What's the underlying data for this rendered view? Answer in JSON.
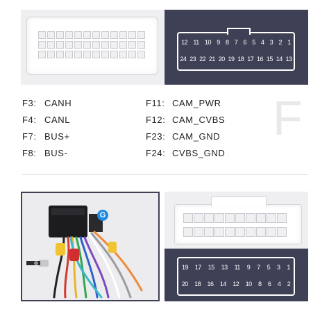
{
  "top_pin_diagram": {
    "row1": [
      "12",
      "11",
      "10",
      "9",
      "8",
      "7",
      "6",
      "5",
      "4",
      "3",
      "2",
      "1"
    ],
    "row2": [
      "24",
      "23",
      "22",
      "21",
      "20",
      "19",
      "18",
      "17",
      "16",
      "15",
      "14",
      "13"
    ]
  },
  "pin_list": [
    {
      "code": "F3:",
      "label": "CANH"
    },
    {
      "code": "F4:",
      "label": "CANL"
    },
    {
      "code": "F7:",
      "label": "BUS+"
    },
    {
      "code": "F8:",
      "label": "BUS-"
    },
    {
      "code": "F11:",
      "label": "CAM_PWR"
    },
    {
      "code": "F12:",
      "label": "CAM_CVBS"
    },
    {
      "code": "F23:",
      "label": "CAM_GND"
    },
    {
      "code": "F24:",
      "label": "CVBS_GND"
    }
  ],
  "section_letter": "F",
  "harness_badge": "G",
  "bottom_pin_diagram": {
    "row1": [
      "19",
      "17",
      "15",
      "13",
      "11",
      "9",
      "7",
      "5",
      "3",
      "1"
    ],
    "row2": [
      "20",
      "18",
      "16",
      "14",
      "12",
      "10",
      "8",
      "6",
      "4",
      "2"
    ]
  },
  "colors": {
    "dark_panel": "#3e4055",
    "light_panel": "#efeff1",
    "badge": "#1e8ae2"
  }
}
